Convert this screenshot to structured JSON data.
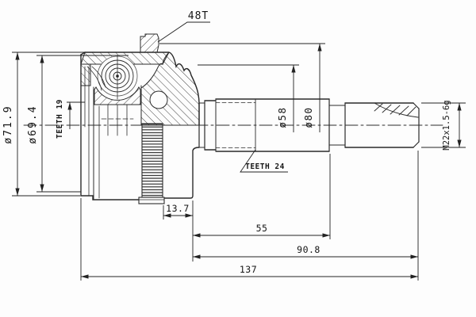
{
  "drawing": {
    "colors": {
      "background": "#fdfdfd",
      "line": "#2b2b2b"
    },
    "labels": {
      "ring_teeth": "48T",
      "dia_outer": "ø71.9",
      "dia_inner": "ø69.4",
      "spline_hub": "TEETH 19",
      "spline_shaft": "TEETH 24",
      "dia_58": "ø58",
      "dia_80": "ø80",
      "thread": "M22x1.5-6g"
    },
    "dims": {
      "dim_13_7": "13.7",
      "dim_55": "55",
      "dim_90_8": "90.8",
      "dim_137": "137"
    }
  }
}
